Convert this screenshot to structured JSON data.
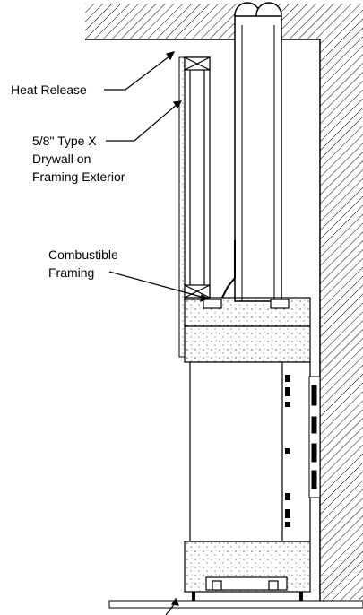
{
  "labels": {
    "heat_release": "Heat Release",
    "drywall_line1": "5/8\" Type X",
    "drywall_line2": "Drywall on",
    "drywall_line3": "Framing Exterior",
    "framing_line1": "Combustible",
    "framing_line2": "Framing"
  }
}
